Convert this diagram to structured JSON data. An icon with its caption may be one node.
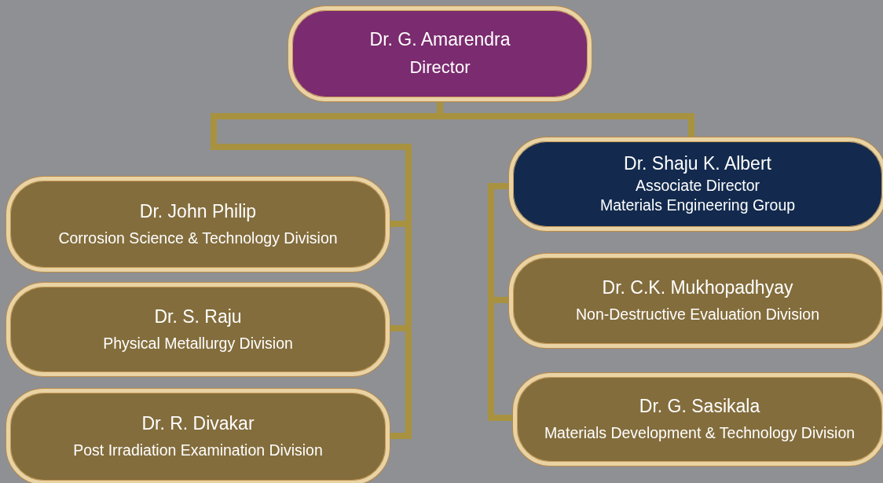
{
  "diagram": {
    "nodes": [
      {
        "text": [
          "Dr. G. Amarendra",
          "Director"
        ]
      },
      {
        "text": [
          "Dr. Shaju K. Albert",
          "Associate Director",
          "Materials Engineering Group"
        ]
      },
      {
        "text": [
          "Dr. John Philip",
          "Corrosion Science & Technology Division"
        ]
      },
      {
        "text": [
          "Dr. S. Raju",
          "Physical Metallurgy Division"
        ]
      },
      {
        "text": [
          "Dr. R. Divakar",
          "Post Irradiation Examination Division"
        ]
      },
      {
        "text": [
          "Dr. C.K. Mukhopadhyay",
          "Non-Destructive Evaluation Division"
        ]
      },
      {
        "text": [
          "Dr. G. Sasikala",
          "Materials Development & Technology Division"
        ]
      }
    ],
    "edges": [
      {
        "from": 0,
        "to": 2,
        "arrow": "none"
      },
      {
        "from": 0,
        "to": 3,
        "arrow": "none"
      },
      {
        "from": 0,
        "to": 4,
        "arrow": "none"
      },
      {
        "from": 0,
        "to": 1,
        "arrow": "none"
      },
      {
        "from": 1,
        "to": 5,
        "arrow": "none"
      },
      {
        "from": 1,
        "to": 6,
        "arrow": "none"
      }
    ]
  }
}
